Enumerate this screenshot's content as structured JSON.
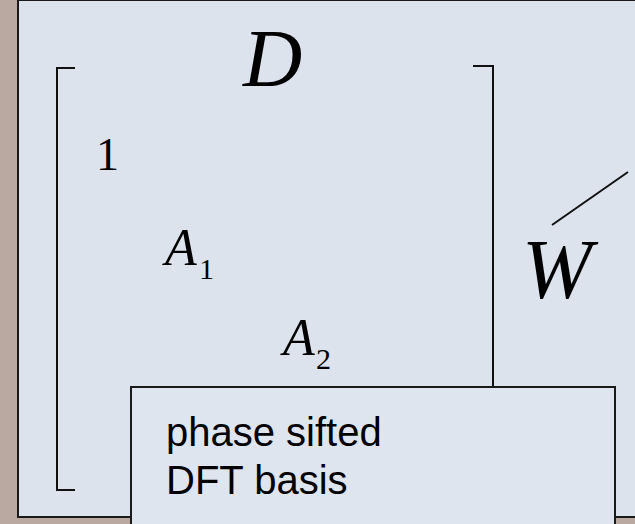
{
  "diagram": {
    "nodes": [
      {
        "text": [
          "phase sifted DFT basis"
        ]
      }
    ],
    "labels": [
      "D",
      "1",
      "A",
      "1",
      "A",
      "2",
      "W"
    ]
  }
}
